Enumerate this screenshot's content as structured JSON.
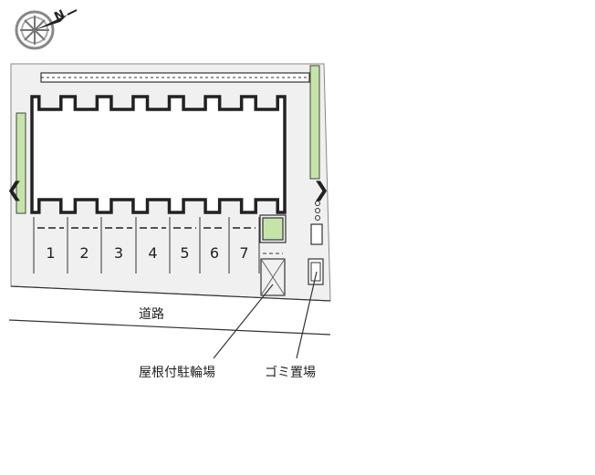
{
  "compass": {
    "north_label": "N",
    "icon": "compass-rose-icon"
  },
  "navigation": {
    "prev_glyph": "❮",
    "next_glyph": "❯"
  },
  "parking_spaces": [
    "1",
    "2",
    "3",
    "4",
    "5",
    "6",
    "7"
  ],
  "road_label": "道路",
  "callouts": {
    "bicycle_parking": "屋根付駐輪場",
    "garbage_area": "ゴミ置場"
  },
  "colors": {
    "lot": "#f0f0f0",
    "greenery": "#c5e5a8",
    "outline": "#333333",
    "building_wall": "#222222"
  }
}
